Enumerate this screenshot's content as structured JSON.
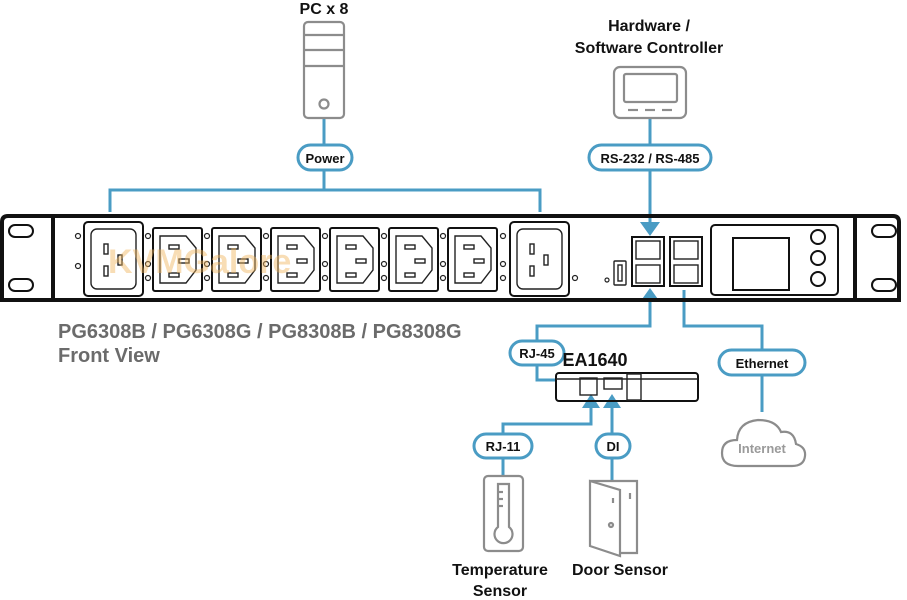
{
  "colors": {
    "wire": "#4a9cc4",
    "device_outline": "#8c8c8c",
    "model_text": "#6b6b6b",
    "watermark": "#f0b45a"
  },
  "devices": {
    "pc": {
      "label": "PC x 8",
      "icon": "pc-tower-icon"
    },
    "controller": {
      "label_line1": "Hardware /",
      "label_line2": "Software Controller",
      "icon": "controller-panel-icon"
    },
    "ea1640": {
      "label": "EA1640"
    },
    "temperature_sensor": {
      "label_line1": "Temperature",
      "label_line2": "Sensor",
      "icon": "thermometer-icon"
    },
    "door_sensor": {
      "label": "Door Sensor",
      "icon": "door-icon"
    },
    "internet": {
      "label": "Internet",
      "icon": "cloud-icon"
    }
  },
  "connections": {
    "power": "Power",
    "serial": "RS-232 / RS-485",
    "rj45": "RJ-45",
    "ethernet": "Ethernet",
    "rj11": "RJ-11",
    "di": "DI"
  },
  "pdu": {
    "model_line": "PG6308B / PG6308G / PG8308B / PG8308G",
    "view": "Front View",
    "outlets": [
      "C19",
      "C13",
      "C13",
      "C13",
      "C13",
      "C13",
      "C13",
      "C19"
    ],
    "watermark": "KVMGalore"
  }
}
